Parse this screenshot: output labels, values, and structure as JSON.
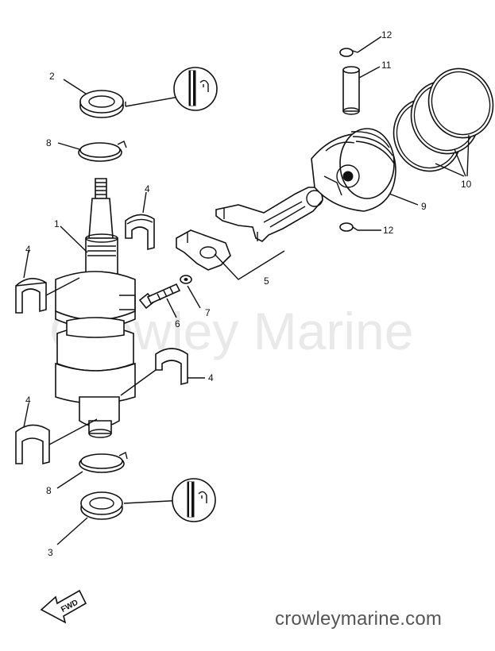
{
  "watermark": "Crowley Marine",
  "site_url": "crowleymarine.com",
  "fwd_label": "FWD",
  "callouts": {
    "c1": "1",
    "c2": "2",
    "c3": "3",
    "c4a": "4",
    "c4b": "4",
    "c4c": "4",
    "c4d": "4",
    "c5": "5",
    "c6": "6",
    "c7": "7",
    "c8a": "8",
    "c8b": "8",
    "c9": "9",
    "c10": "10",
    "c11": "11",
    "c12a": "12",
    "c12b": "12"
  },
  "icons": {
    "grease_top": "grease-gun-icon",
    "grease_bottom": "grease-gun-icon",
    "fwd": "forward-arrow-icon"
  }
}
